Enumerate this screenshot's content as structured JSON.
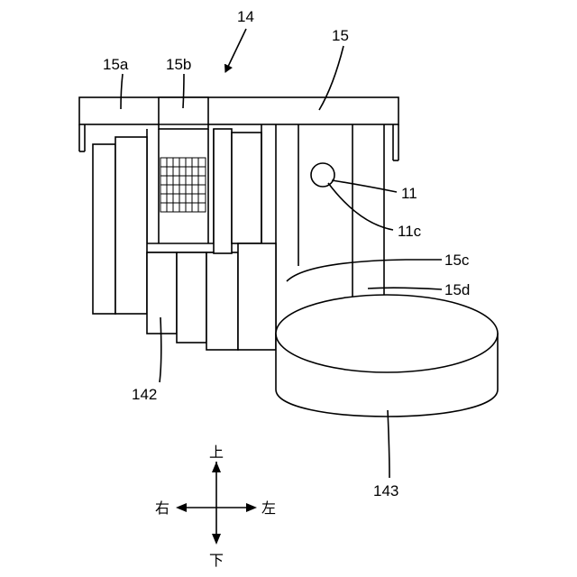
{
  "labels": {
    "l14": "14",
    "l15": "15",
    "l15a": "15a",
    "l15b": "15b",
    "l11": "11",
    "l11c": "11c",
    "l15c": "15c",
    "l15d": "15d",
    "l142": "142",
    "l143": "143"
  },
  "directions": {
    "up": "上",
    "down": "下",
    "right": "右",
    "left": "左"
  }
}
